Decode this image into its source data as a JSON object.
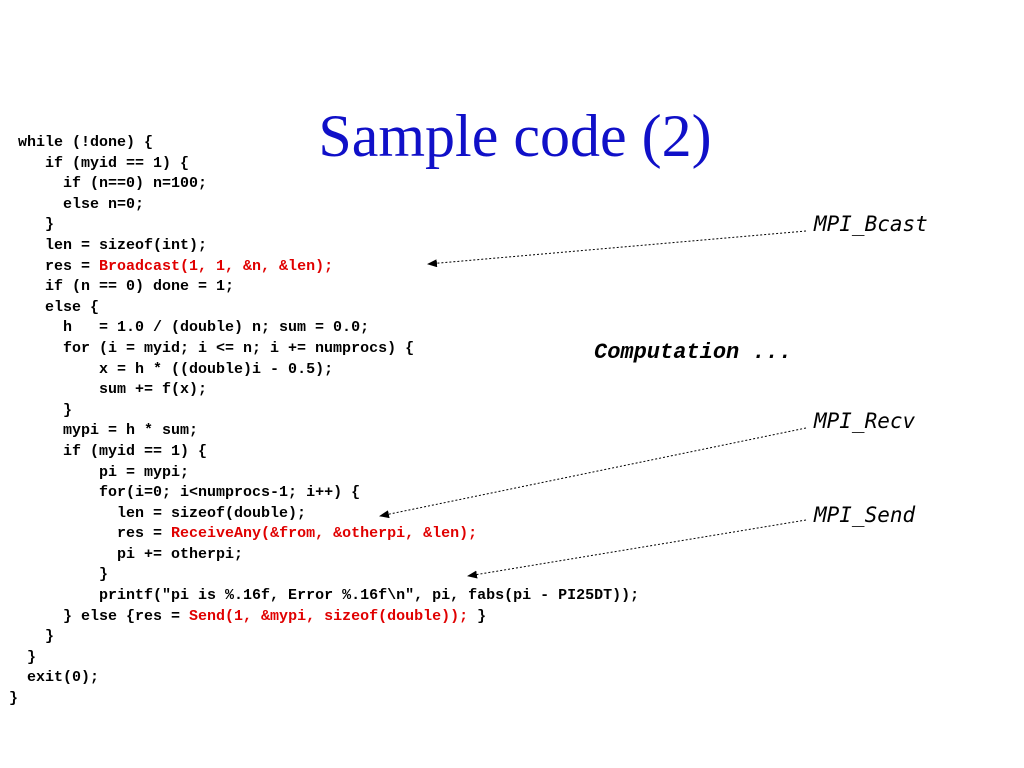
{
  "slide": {
    "title": "Sample code (2)",
    "computation_label": "Computation ...",
    "annotations": [
      {
        "id": "bcast",
        "label": "MPI_Bcast"
      },
      {
        "id": "recv",
        "label": "MPI_Recv"
      },
      {
        "id": "send",
        "label": "MPI_Send"
      }
    ],
    "colors": {
      "title": "#1010c8",
      "highlight": "#e00000",
      "text": "#000000"
    }
  },
  "code_lines": [
    {
      "indent": 2,
      "parts": [
        {
          "text": "while (!done) {"
        }
      ]
    },
    {
      "indent": 5,
      "parts": [
        {
          "text": "if (myid == 1) {"
        }
      ]
    },
    {
      "indent": 7,
      "parts": [
        {
          "text": "if (n==0) n=100;"
        }
      ]
    },
    {
      "indent": 7,
      "parts": [
        {
          "text": "else n=0;"
        }
      ]
    },
    {
      "indent": 5,
      "parts": [
        {
          "text": "}"
        }
      ]
    },
    {
      "indent": 5,
      "parts": [
        {
          "text": "len = sizeof(int);"
        }
      ]
    },
    {
      "indent": 5,
      "parts": [
        {
          "text": "res = "
        },
        {
          "text": "Broadcast(1, 1, &n, &len);",
          "hl": true
        }
      ]
    },
    {
      "indent": 5,
      "parts": [
        {
          "text": "if (n == 0) done = 1;"
        }
      ]
    },
    {
      "indent": 5,
      "parts": [
        {
          "text": "else {"
        }
      ]
    },
    {
      "indent": 7,
      "parts": [
        {
          "text": "h   = 1.0 / (double) n; sum = 0.0;"
        }
      ]
    },
    {
      "indent": 7,
      "parts": [
        {
          "text": "for (i = myid; i <= n; i += numprocs) {"
        }
      ]
    },
    {
      "indent": 11,
      "parts": [
        {
          "text": "x = h * ((double)i - 0.5);"
        }
      ]
    },
    {
      "indent": 11,
      "parts": [
        {
          "text": "sum += f(x);"
        }
      ]
    },
    {
      "indent": 7,
      "parts": [
        {
          "text": "}"
        }
      ]
    },
    {
      "indent": 7,
      "parts": [
        {
          "text": "mypi = h * sum;"
        }
      ]
    },
    {
      "indent": 7,
      "parts": [
        {
          "text": "if (myid == 1) {"
        }
      ]
    },
    {
      "indent": 11,
      "parts": [
        {
          "text": "pi = mypi;"
        }
      ]
    },
    {
      "indent": 11,
      "parts": [
        {
          "text": "for(i=0; i<numprocs-1; i++) {"
        }
      ]
    },
    {
      "indent": 13,
      "parts": [
        {
          "text": "len = sizeof(double);"
        }
      ]
    },
    {
      "indent": 13,
      "parts": [
        {
          "text": "res = "
        },
        {
          "text": "ReceiveAny(&from, &otherpi, &len);",
          "hl": true
        }
      ]
    },
    {
      "indent": 13,
      "parts": [
        {
          "text": "pi += otherpi;"
        }
      ]
    },
    {
      "indent": 11,
      "parts": [
        {
          "text": "}"
        }
      ]
    },
    {
      "indent": 11,
      "parts": [
        {
          "text": "printf(\"pi is %.16f, Error %.16f\\n\", pi, fabs(pi - PI25DT));"
        }
      ]
    },
    {
      "indent": 7,
      "parts": [
        {
          "text": "} else {res = "
        },
        {
          "text": "Send(1, &mypi, sizeof(double));",
          "hl": true
        },
        {
          "text": " }"
        }
      ]
    },
    {
      "indent": 5,
      "parts": [
        {
          "text": "}"
        }
      ]
    },
    {
      "indent": 3,
      "parts": [
        {
          "text": "}"
        }
      ]
    },
    {
      "indent": 3,
      "parts": [
        {
          "text": "exit(0);"
        }
      ]
    },
    {
      "indent": 1,
      "parts": [
        {
          "text": "}"
        }
      ]
    }
  ]
}
